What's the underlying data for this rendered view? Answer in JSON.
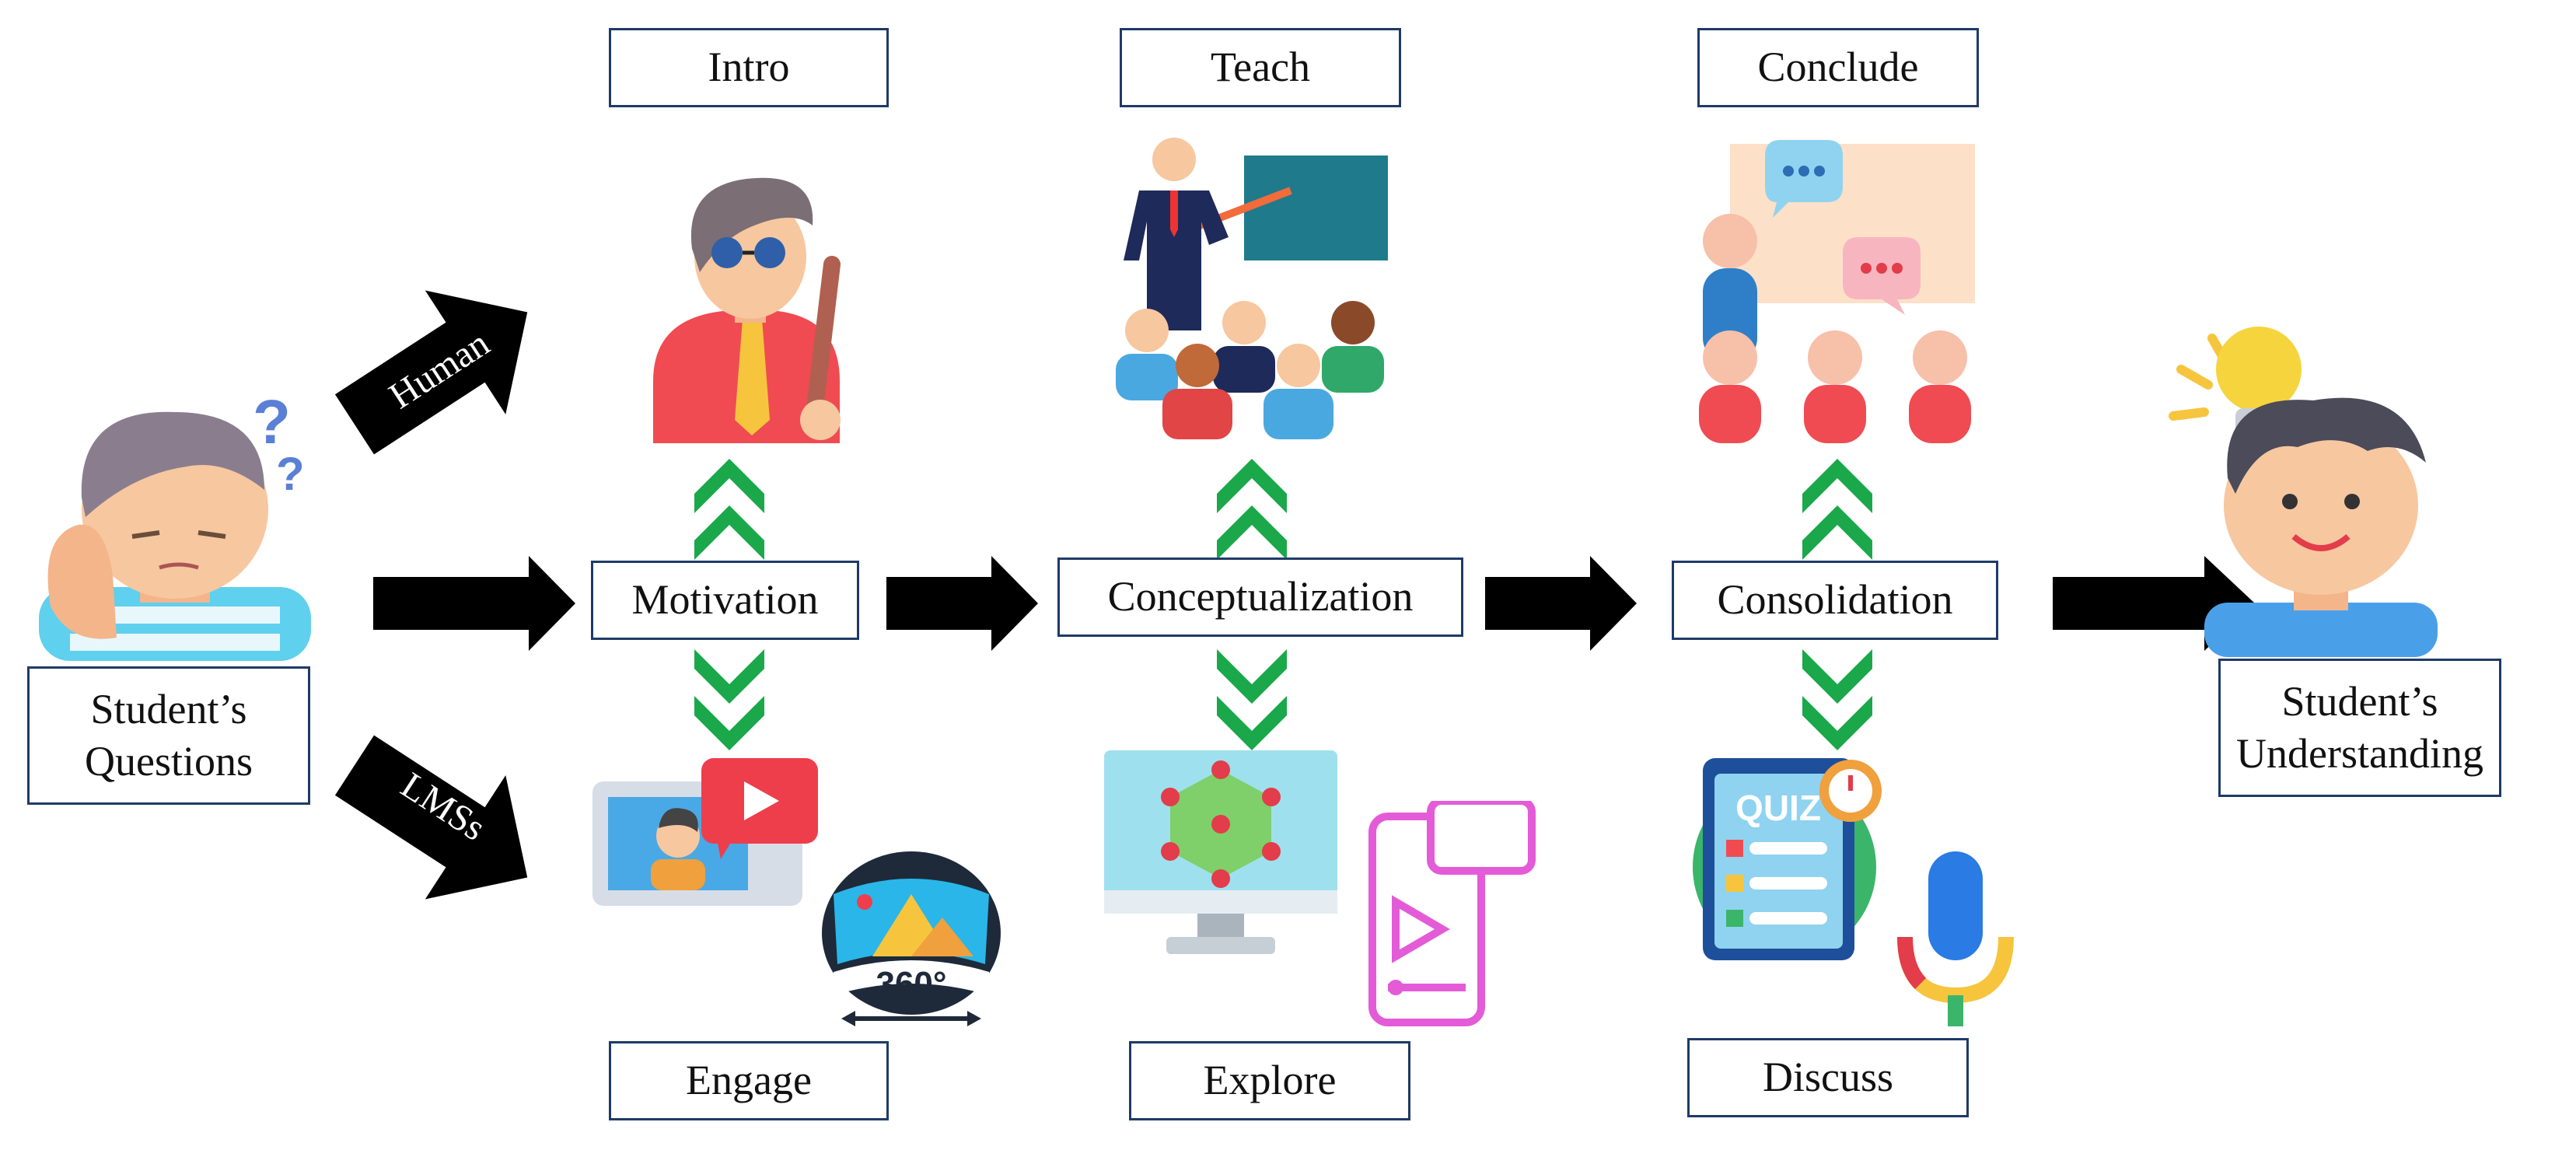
{
  "colors": {
    "box_border": "#1f3a68",
    "arrow": "#000000",
    "chevron_green": "#1aa84a",
    "background": "#ffffff"
  },
  "start": {
    "label_line1": "Student’s",
    "label_line2": "Questions",
    "icon": "confused-student-icon"
  },
  "end": {
    "label_line1": "Student’s",
    "label_line2": "Understanding",
    "icon": "lightbulb-student-icon"
  },
  "branches": {
    "human": "Human",
    "lms": "LMSs"
  },
  "stages": [
    {
      "top": "Intro",
      "middle": "Motivation",
      "bottom": "Engage",
      "top_icon": "presenter-with-pointer-icon",
      "bottom_icons": [
        "video-lesson-icon",
        "360-view-icon"
      ]
    },
    {
      "top": "Teach",
      "middle": "Conceptualization",
      "bottom": "Explore",
      "top_icon": "teacher-and-class-icon",
      "bottom_icons": [
        "3d-model-monitor-icon",
        "mobile-video-app-icon"
      ]
    },
    {
      "top": "Conclude",
      "middle": "Consolidation",
      "bottom": "Discuss",
      "top_icon": "group-discussion-icon",
      "bottom_icons": [
        "quiz-app-icon",
        "microphone-icon"
      ]
    }
  ],
  "quiz_text": "QUIZ",
  "view_360_text": "360°"
}
